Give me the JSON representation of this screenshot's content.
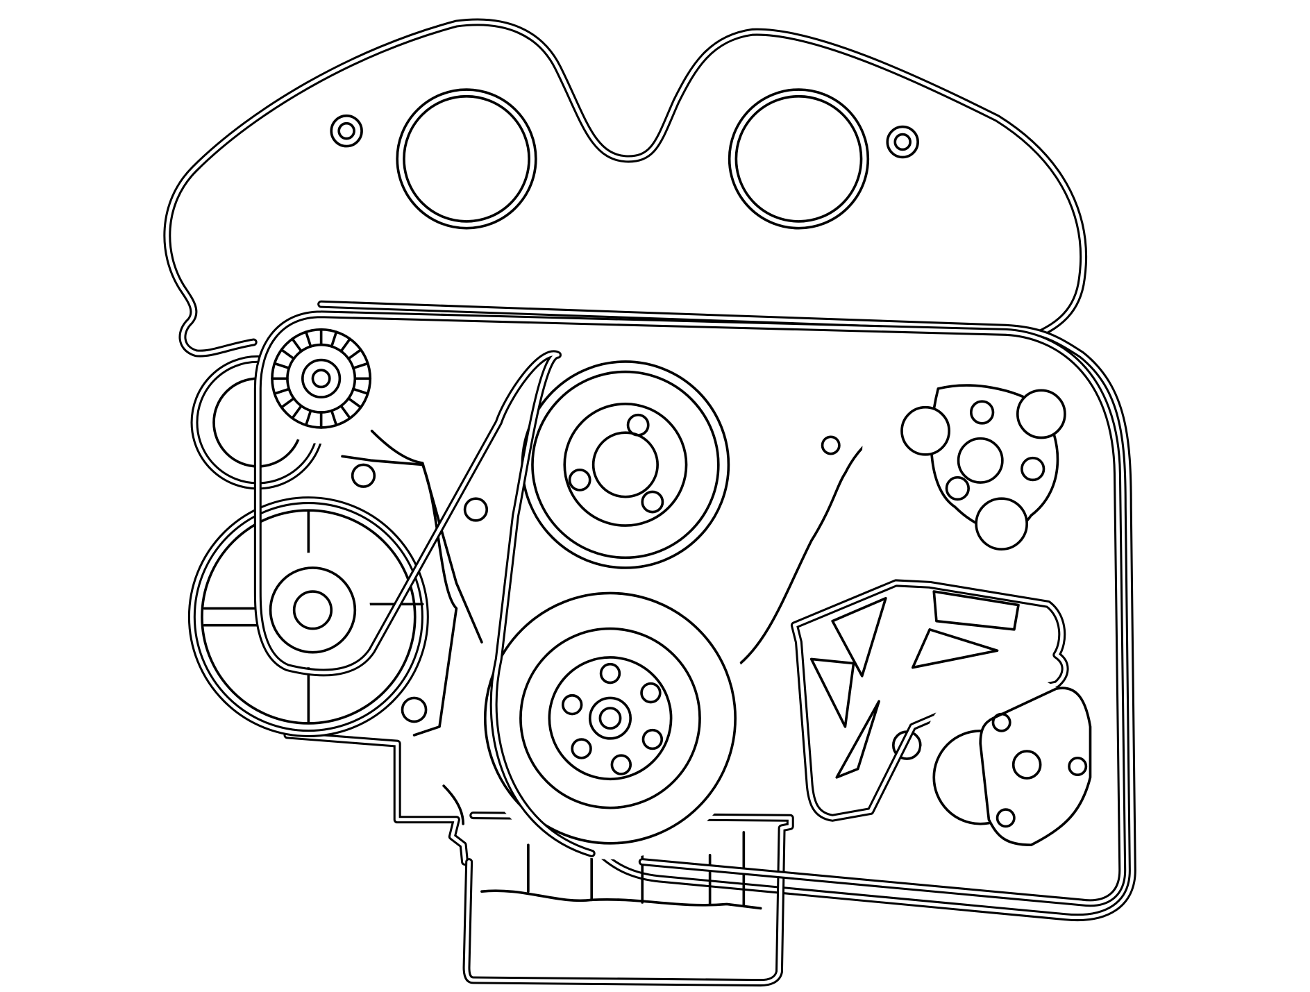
{
  "diagram": {
    "subject": "engine-accessory-drive-belt-routing",
    "line_color": "#000000",
    "background": "#ffffff",
    "components": [
      "upper-engine-cover",
      "idler-pulley-upper",
      "generator-pulley",
      "tensioner-pulley",
      "water-pump-pulley",
      "power-steering-pulley",
      "crankshaft-pulley",
      "upper-right-pulley",
      "ac-compressor-pulley",
      "mounting-bracket",
      "oil-pan",
      "drive-belt"
    ]
  }
}
